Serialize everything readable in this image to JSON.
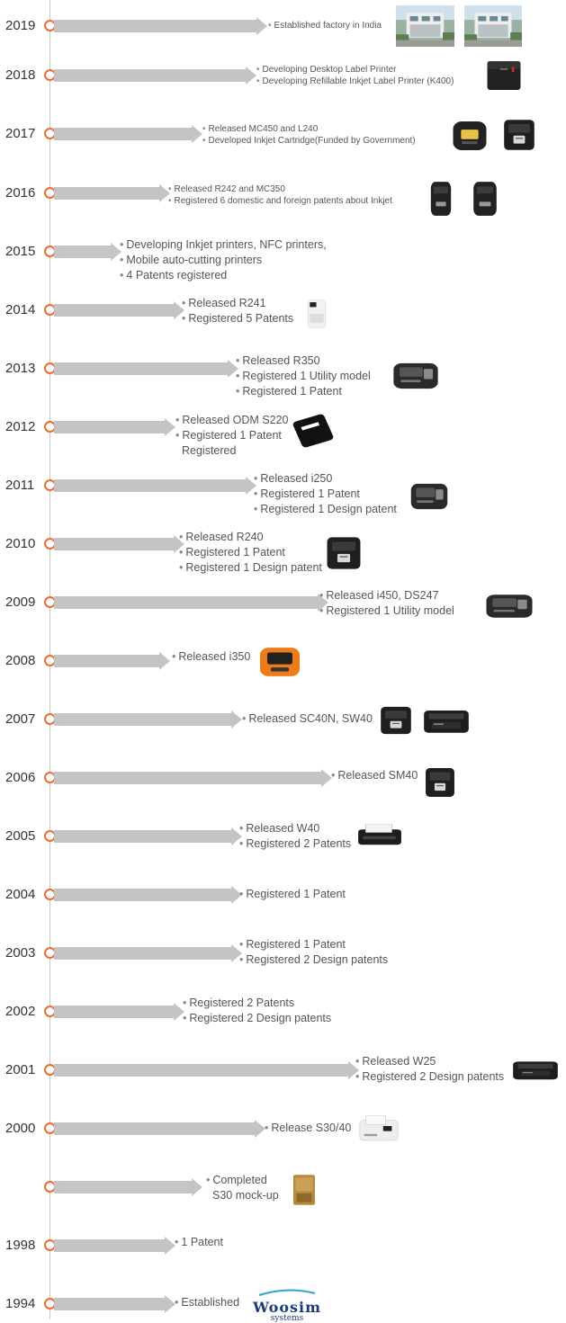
{
  "rows": [
    {
      "year": "2019",
      "items": [
        "Established factory in India"
      ]
    },
    {
      "year": "2018",
      "items": [
        "Developing Desktop Label Printer",
        "Developing Refillable Inkjet Label Printer (K400)"
      ]
    },
    {
      "year": "2017",
      "items": [
        "Released MC450 and L240",
        "Developed Inkjet Cartridge(Funded by Government)"
      ]
    },
    {
      "year": "2016",
      "items": [
        "Released R242 and MC350",
        "Registered 6 domestic and foreign patents about Inkjet"
      ]
    },
    {
      "year": "2015",
      "items": [
        "Developing Inkjet printers, NFC printers,",
        "Mobile auto-cutting printers",
        "4 Patents registered"
      ]
    },
    {
      "year": "2014",
      "items": [
        "Released R241",
        "Registered 5 Patents"
      ]
    },
    {
      "year": "2013",
      "items": [
        "Released R350",
        "Registered 1 Utility model",
        "Registered 1 Patent"
      ]
    },
    {
      "year": "2012",
      "items": [
        "Released ODM S220",
        "Registered 1 Patent",
        "Registered"
      ]
    },
    {
      "year": "2011",
      "items": [
        "Released i250",
        "Registered 1 Patent",
        "Registered 1 Design patent"
      ]
    },
    {
      "year": "2010",
      "items": [
        "Released R240",
        "Registered 1 Patent",
        "Registered 1 Design patent"
      ]
    },
    {
      "year": "2009",
      "items": [
        "Released i450, DS247",
        "Registered 1 Utility model"
      ]
    },
    {
      "year": "2008",
      "items": [
        "Released i350"
      ]
    },
    {
      "year": "2007",
      "items": [
        "Released SC40N, SW40"
      ]
    },
    {
      "year": "2006",
      "items": [
        "Released SM40"
      ]
    },
    {
      "year": "2005",
      "items": [
        "Released W40",
        "Registered 2 Patents"
      ]
    },
    {
      "year": "2004",
      "items": [
        "Registered 1 Patent"
      ]
    },
    {
      "year": "2003",
      "items": [
        "Registered 1 Patent",
        "Registered  2 Design patents"
      ]
    },
    {
      "year": "2002",
      "items": [
        "Registered 2 Patents",
        "Registered 2 Design patents"
      ]
    },
    {
      "year": "2001",
      "items": [
        "Released W25",
        "Registered 2 Design patents"
      ]
    },
    {
      "year": "2000",
      "items": [
        "Release  S30/40"
      ]
    },
    {
      "year": "",
      "items": [
        "Completed",
        "S30 mock-up"
      ]
    },
    {
      "year": "1998",
      "items": [
        "1 Patent"
      ]
    },
    {
      "year": "1994",
      "items": [
        "Established"
      ]
    }
  ],
  "logo": {
    "brand": "Woosim",
    "tagline": "systems"
  },
  "colors": {
    "accent": "#ef6b2e",
    "bar": "#c4c4c4",
    "line": "#c9c9c9",
    "logo": "#1b3b7a",
    "logo_accent": "#2aa3d8"
  },
  "icons": [
    "factory-photo",
    "printer-photo",
    "woosim-logo"
  ]
}
